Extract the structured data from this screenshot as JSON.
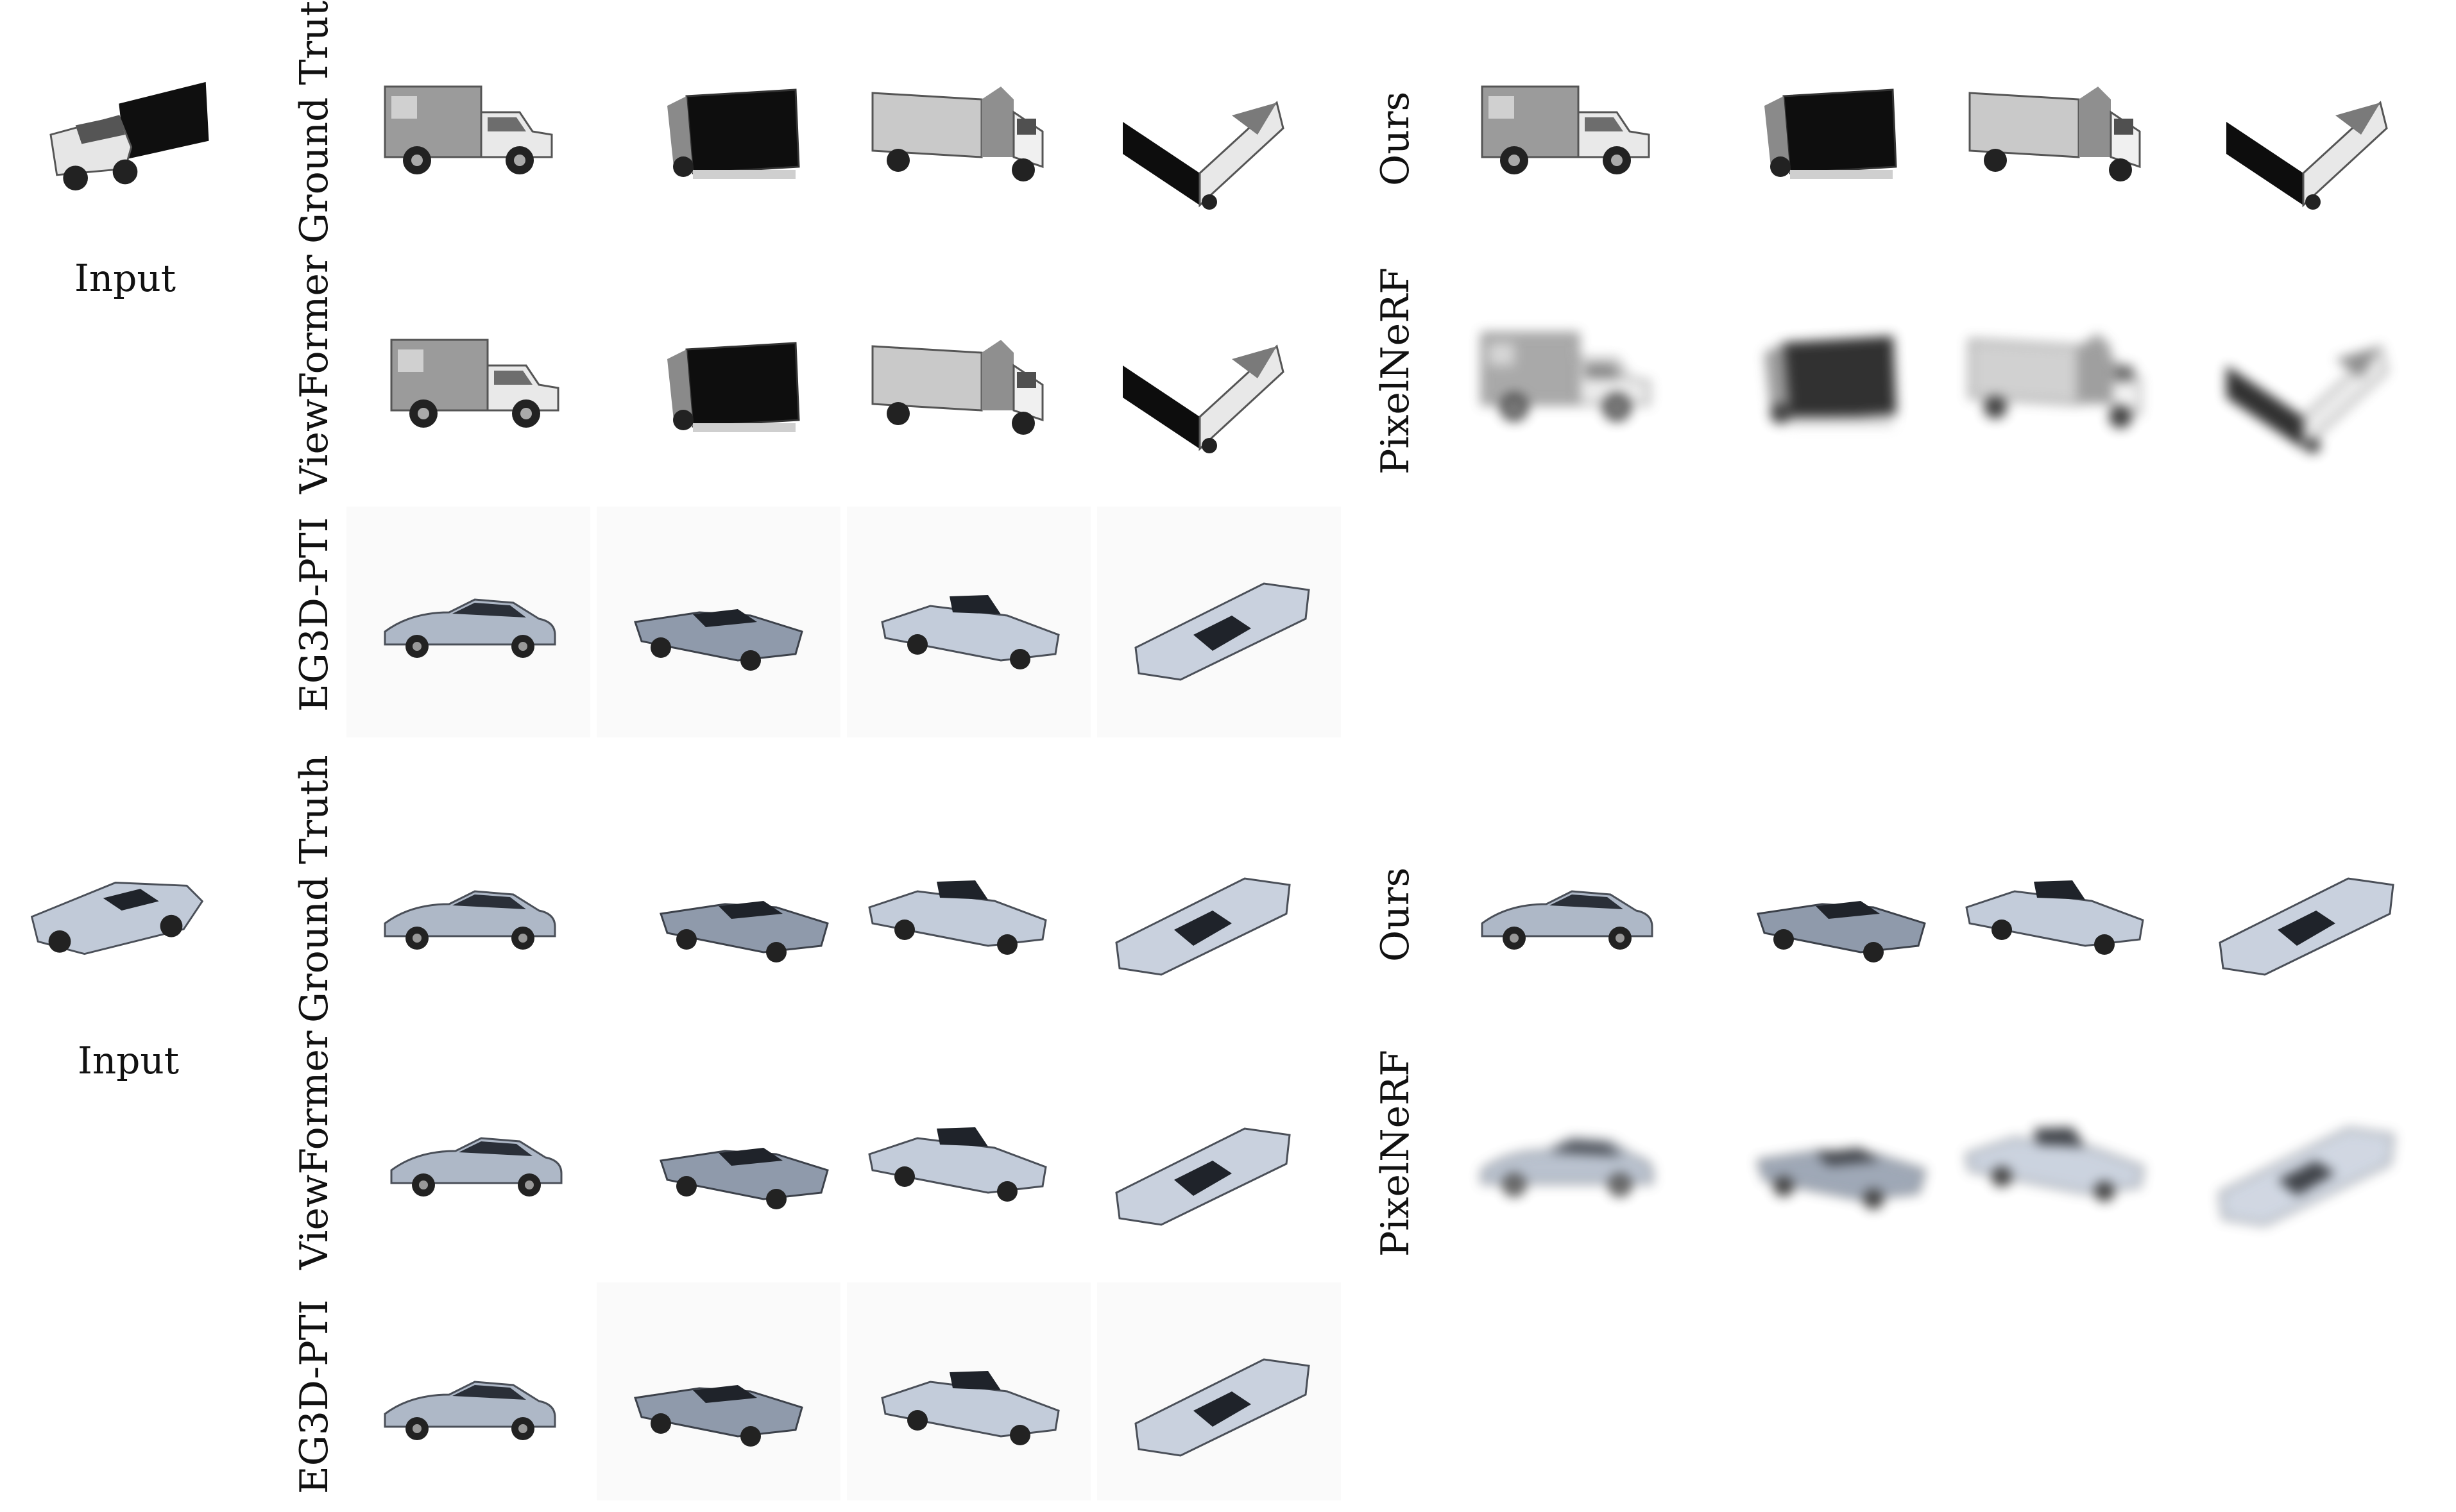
{
  "figure": {
    "groups": [
      {
        "id": "truck",
        "input_label": "Input",
        "rows": [
          {
            "label": "Ground Truth"
          },
          {
            "label": "Ours"
          },
          {
            "label": "ViewFormer"
          },
          {
            "label": "PixelNeRF"
          },
          {
            "label": "EG3D-PTI"
          }
        ]
      },
      {
        "id": "car",
        "input_label": "Input",
        "rows": [
          {
            "label": "Ground Truth"
          },
          {
            "label": "Ours"
          },
          {
            "label": "ViewFormer"
          },
          {
            "label": "PixelNeRF"
          },
          {
            "label": "EG3D-PTI"
          }
        ]
      }
    ]
  },
  "colors": {
    "truck_body": "#d9d9d9",
    "truck_dark": "#1a1a1a",
    "car_body": "#b9c3d2",
    "car_dark": "#2a2f38"
  },
  "icons": {
    "truck": "box-truck-render",
    "car": "muscle-car-render"
  }
}
